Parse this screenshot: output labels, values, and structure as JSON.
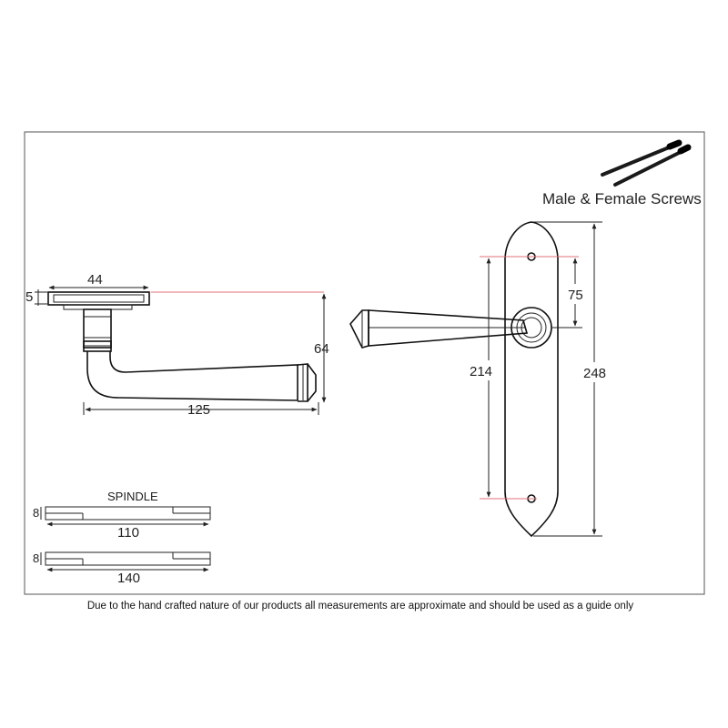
{
  "footer_note": "Due to the hand crafted nature of our products all measurements are approximate and should be used as a guide only",
  "screws": {
    "label": "Male & Female Screws",
    "icon": "screw-pair-icon"
  },
  "side_view": {
    "rose_width": "44",
    "rose_thickness": "5",
    "projection": "64",
    "lever_length": "125"
  },
  "backplate": {
    "fixing_centres": "214",
    "spindle_to_fixing": "75",
    "plate_height": "248"
  },
  "spindle": {
    "title": "SPINDLE",
    "short": {
      "size": "8",
      "length": "110"
    },
    "long": {
      "size": "8",
      "length": "140"
    }
  },
  "colors": {
    "line": "#222222",
    "reference_line": "#e0707a",
    "frame": "#555555"
  }
}
